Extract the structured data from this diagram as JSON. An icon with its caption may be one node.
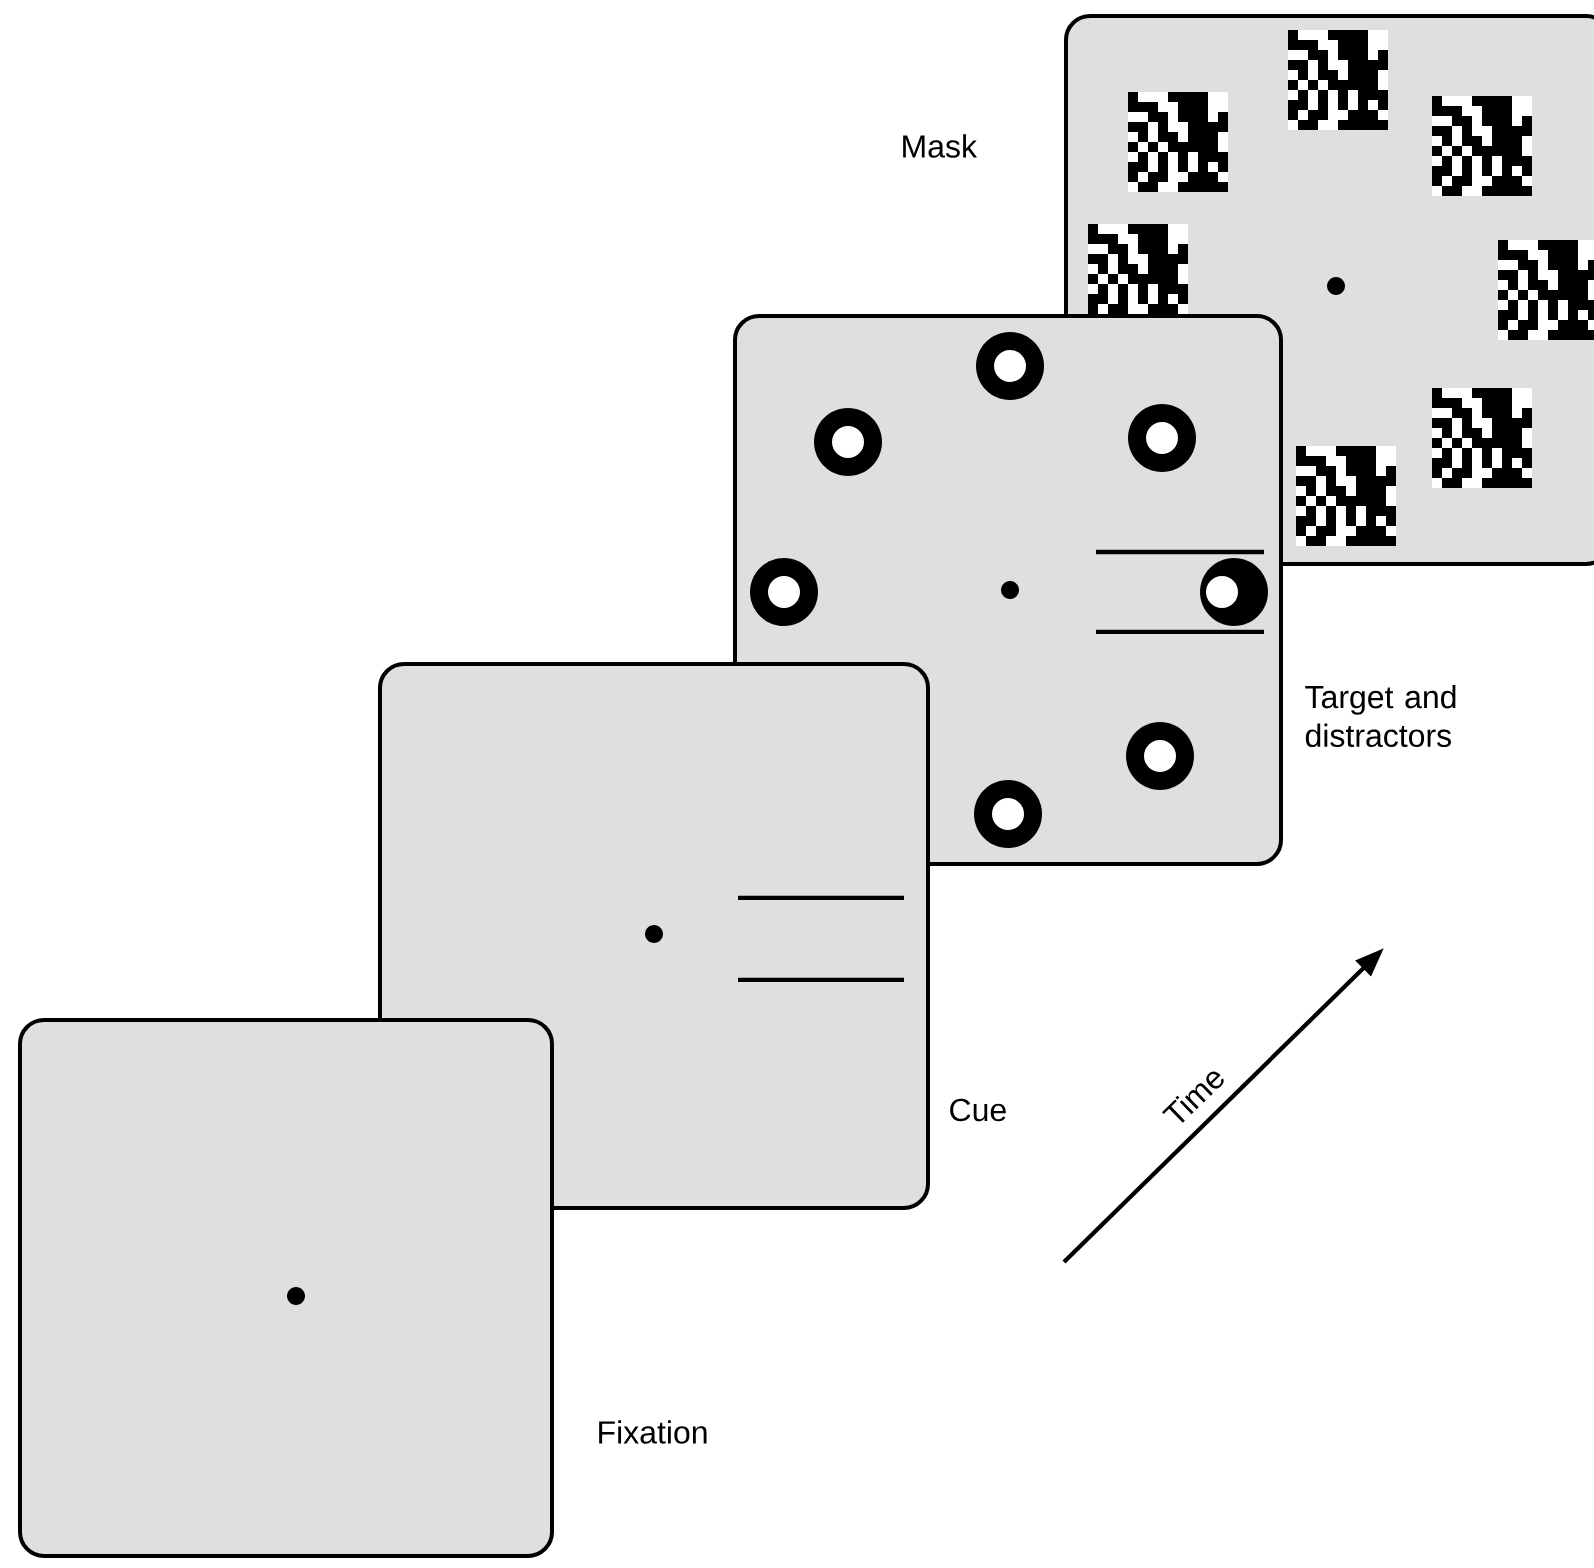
{
  "diagram": {
    "nodes": [
      {
        "text": [],
        "shape": "box",
        "beside": [
          "Fixation"
        ]
      },
      {
        "text": [],
        "shape": "box",
        "beside": [
          "Cue"
        ]
      },
      {
        "text": [],
        "shape": "box",
        "beside": [
          "Target and distractors"
        ]
      },
      {
        "text": [],
        "shape": "box",
        "beside": [
          "Mask"
        ]
      }
    ],
    "labels": [
      "Time"
    ]
  }
}
